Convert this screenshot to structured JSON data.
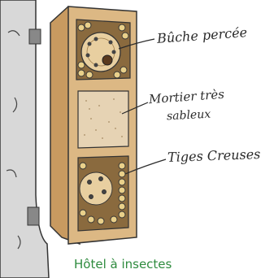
{
  "labels": {
    "buche": "Bûche percée",
    "mortier_line1": "Mortier très",
    "mortier_line2": "sableux",
    "tiges": "Tiges Creuses"
  },
  "caption": "Hôtel à insectes",
  "colors": {
    "caption": "#2e8b3e",
    "box_wood": "#dcb884",
    "box_side": "#c89a60",
    "interior": "#8a6a3e",
    "sand": "#e6d3b4",
    "tree": "#d9d9d9"
  }
}
